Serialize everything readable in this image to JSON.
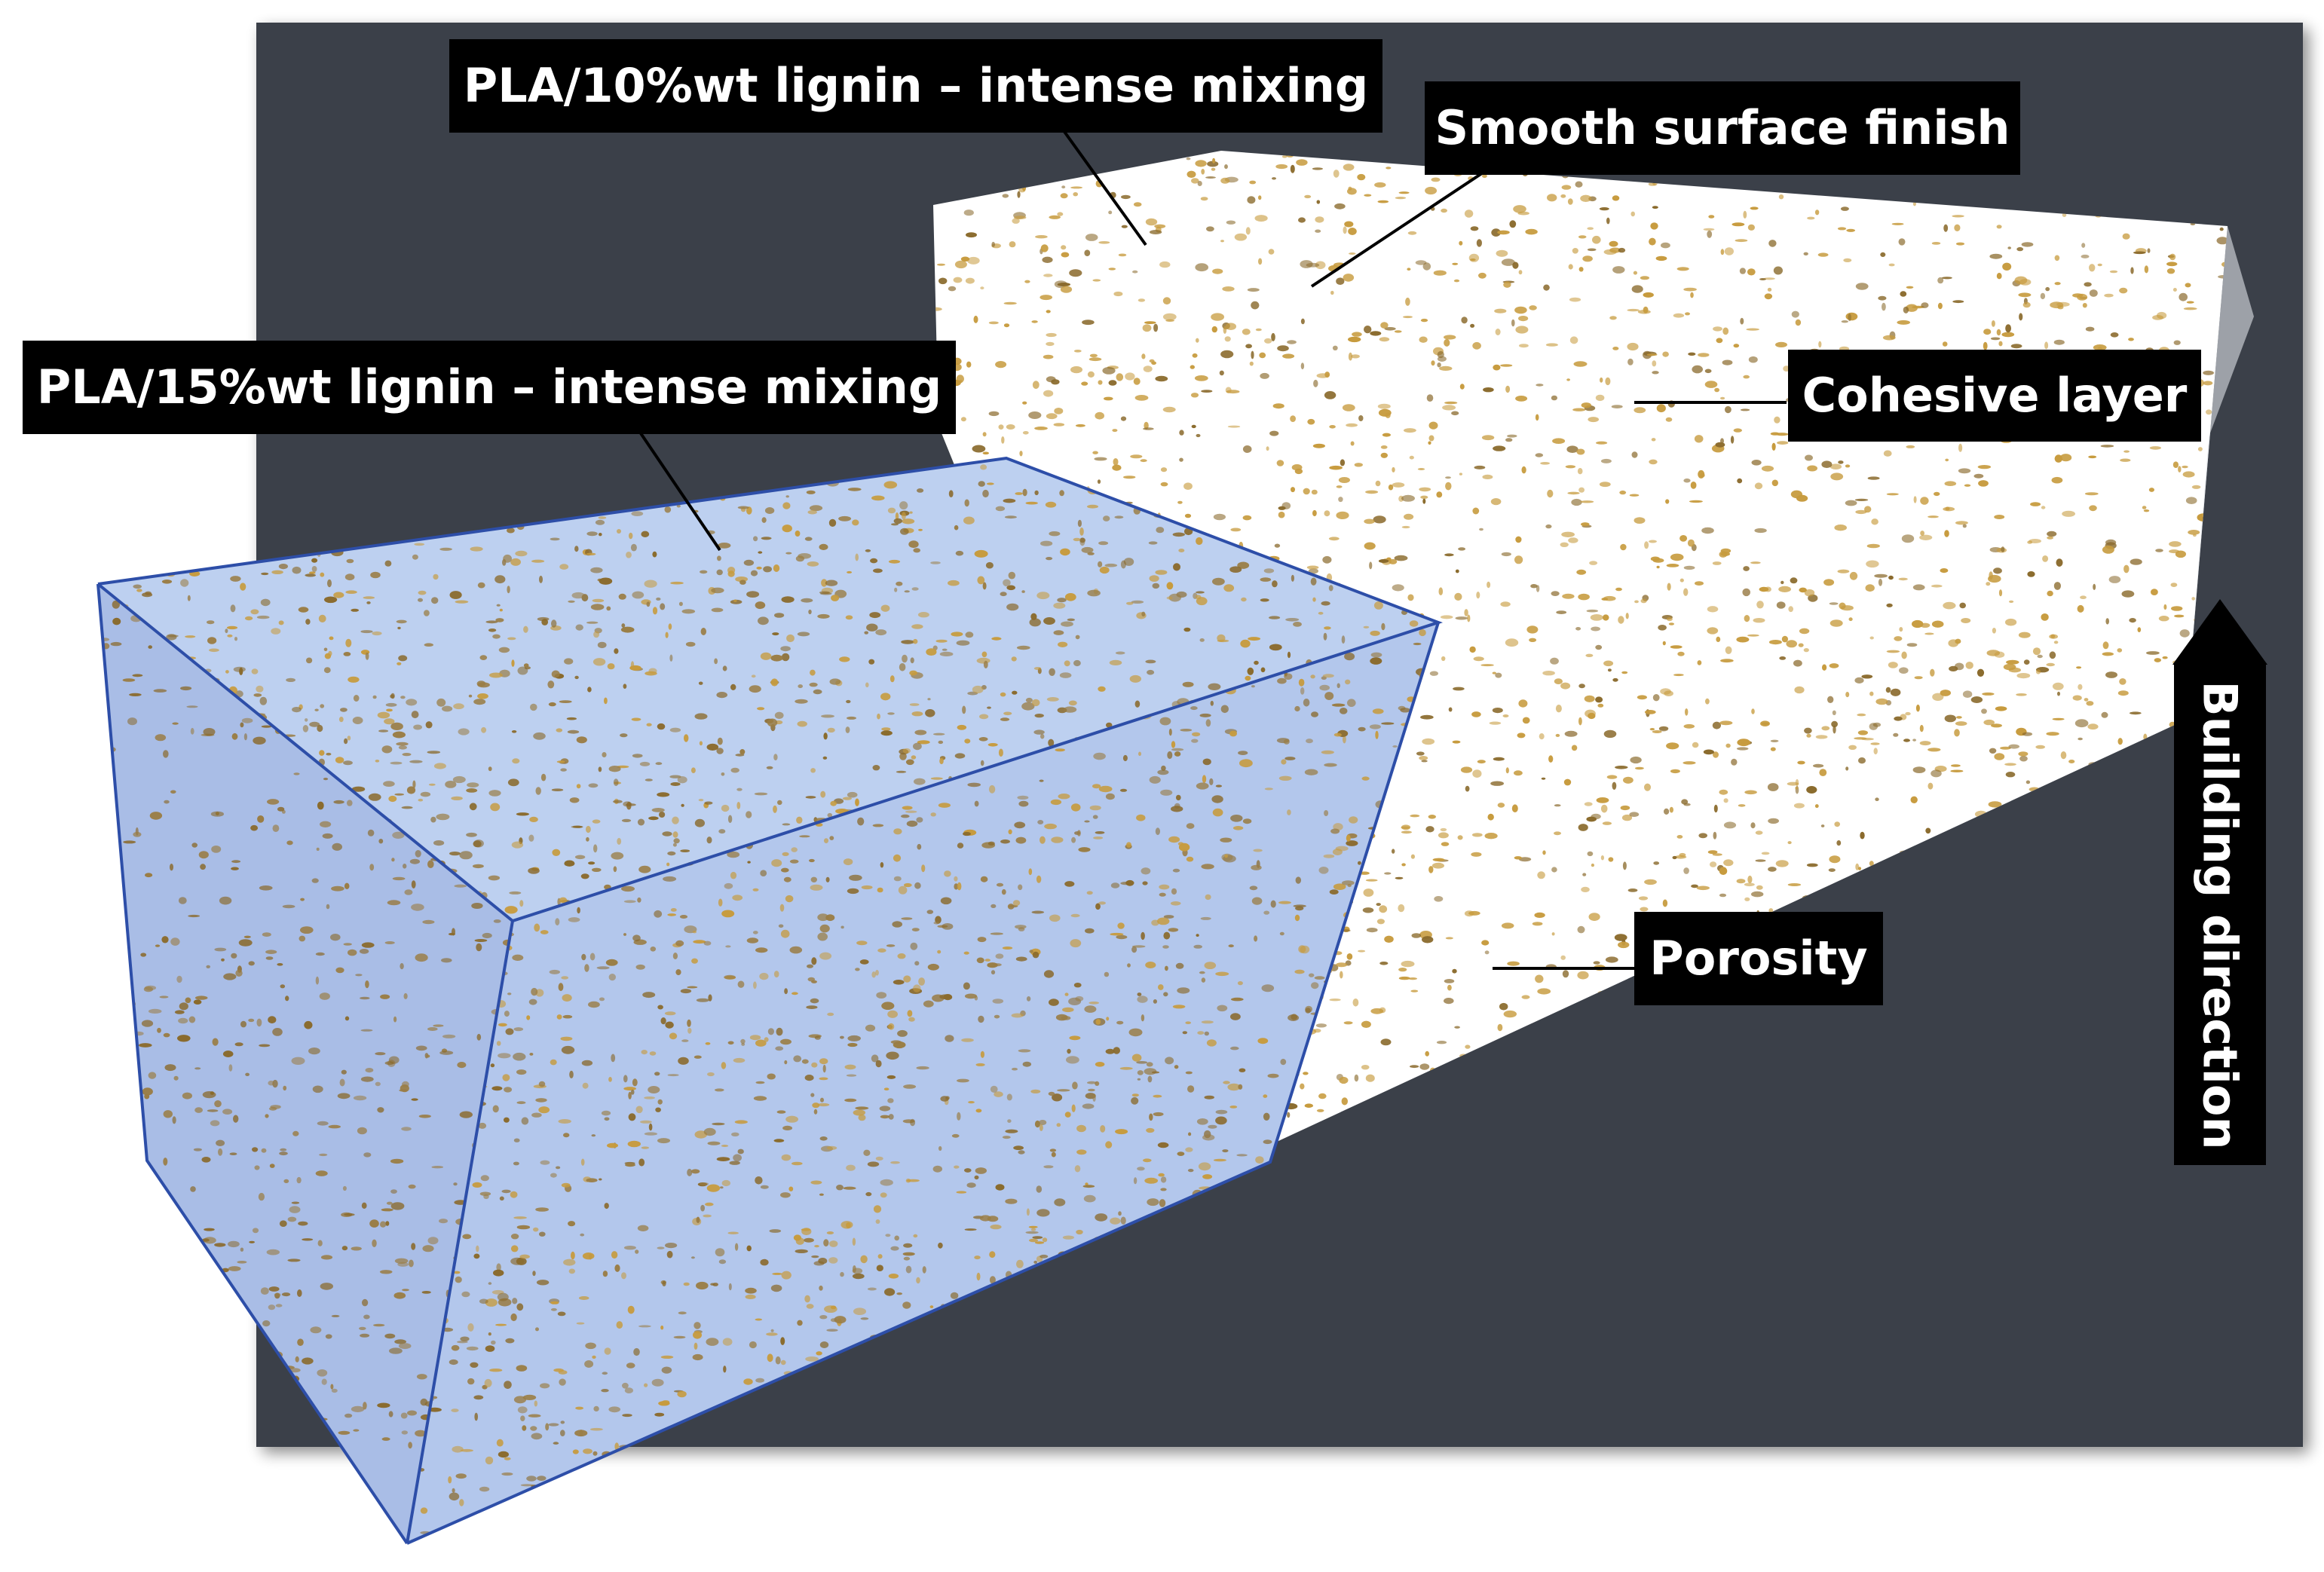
{
  "labels": {
    "pla_10": "PLA/10%wt lignin – intense mixing",
    "pla_15": "PLA/15%wt lignin – intense mixing",
    "smooth_surface": "Smooth surface finish",
    "cohesive_layer": "Cohesive layer",
    "porosity": "Porosity",
    "building_direction": "Building direction"
  },
  "colors": {
    "background_panel": "#3b3f4a",
    "white_block": "#ffffff",
    "blue_block": "#b7c9ec",
    "blue_block_edge": "#2d4ea8",
    "particle": "#c79b3e",
    "particle_dark": "#8a6a2c",
    "label_bg": "#000000",
    "label_text": "#ffffff"
  },
  "icons": {
    "building_direction_arrow": "arrow-up-icon"
  }
}
